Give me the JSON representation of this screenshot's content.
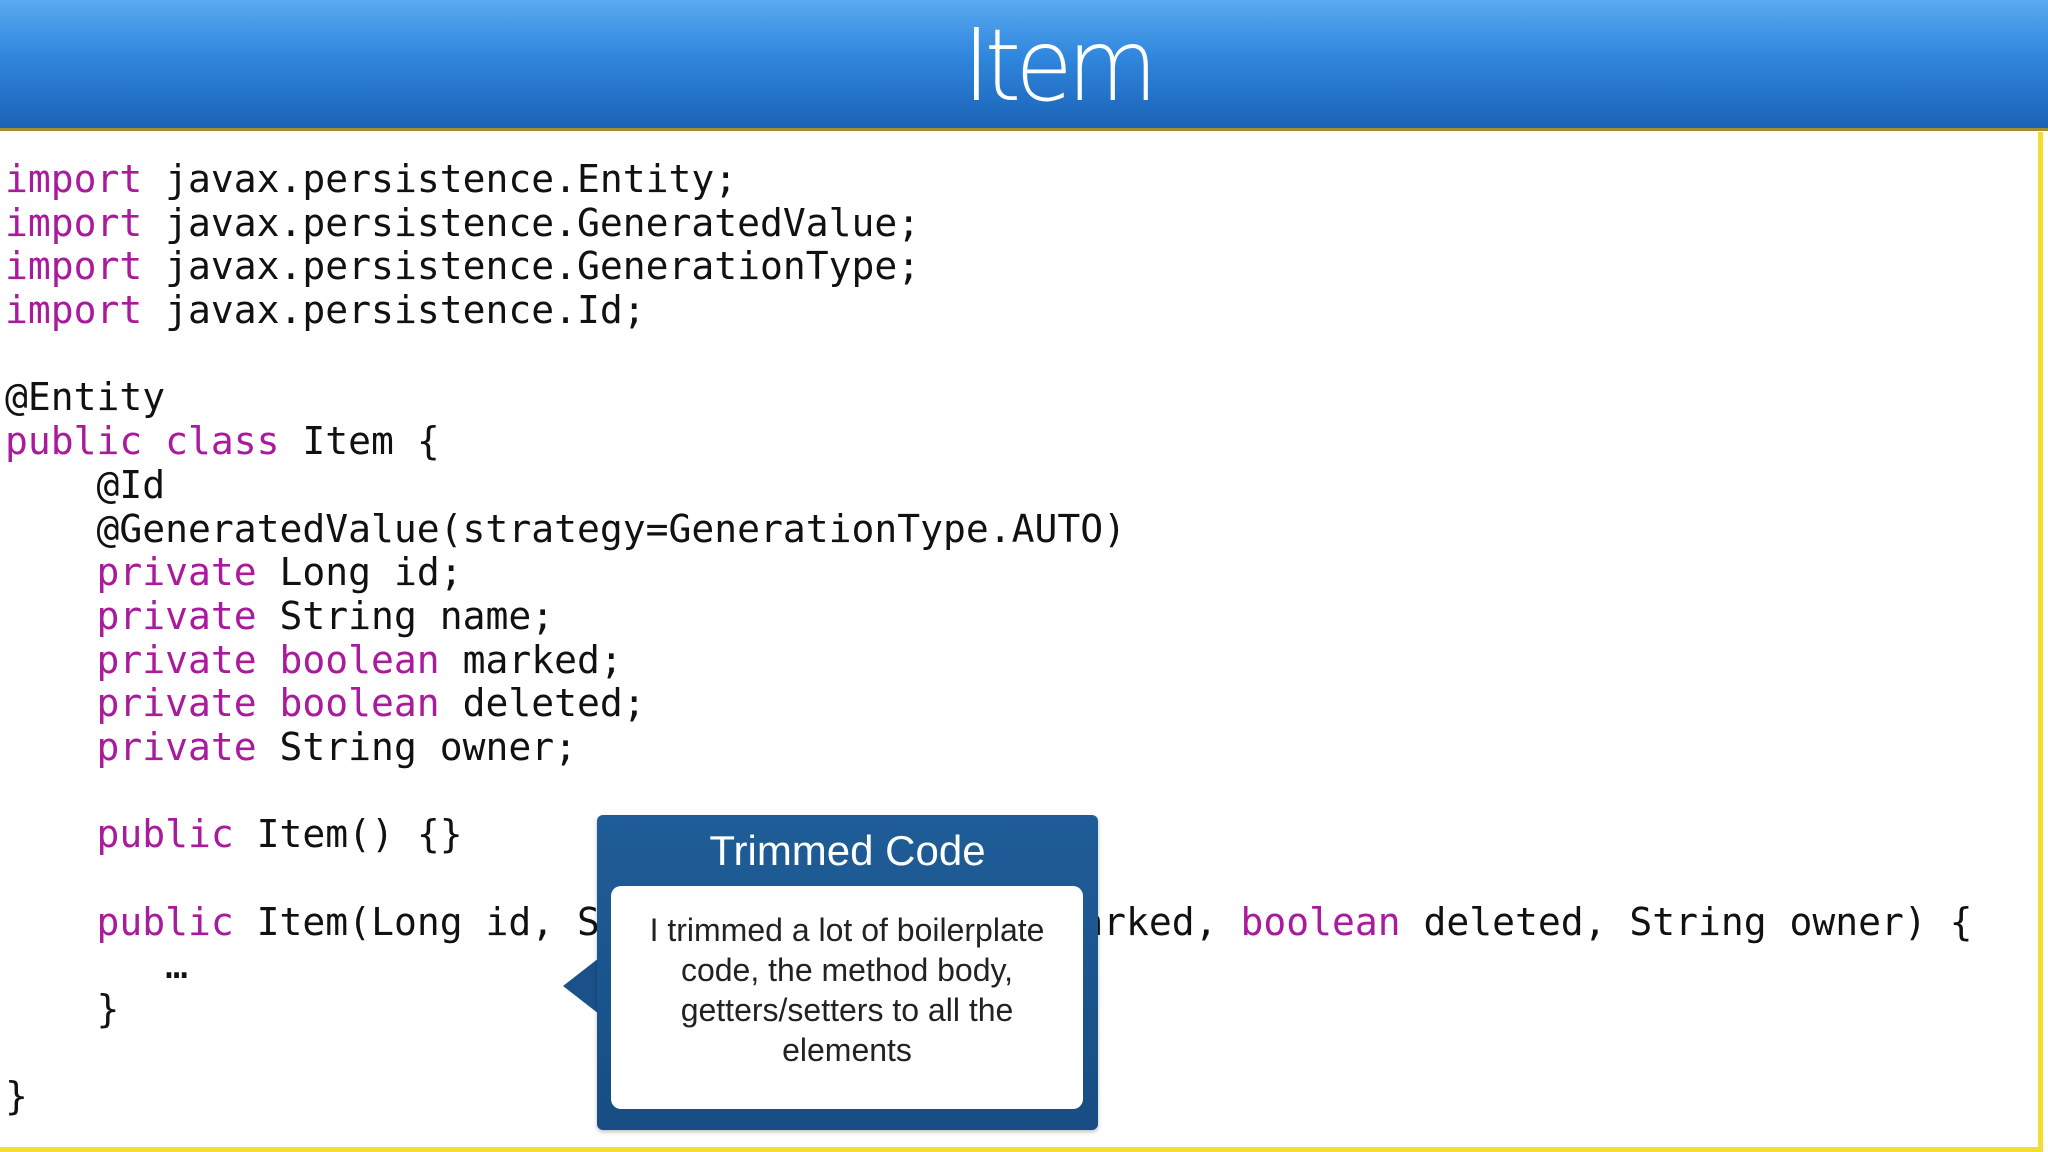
{
  "slide": {
    "title": "Item"
  },
  "code": {
    "lines": [
      [
        {
          "t": "import",
          "k": true
        },
        {
          "t": " javax.persistence.Entity;"
        }
      ],
      [
        {
          "t": "import",
          "k": true
        },
        {
          "t": " javax.persistence.GeneratedValue;"
        }
      ],
      [
        {
          "t": "import",
          "k": true
        },
        {
          "t": " javax.persistence.GenerationType;"
        }
      ],
      [
        {
          "t": "import",
          "k": true
        },
        {
          "t": " javax.persistence.Id;"
        }
      ],
      [],
      [
        {
          "t": "@Entity"
        }
      ],
      [
        {
          "t": "public class",
          "k": true
        },
        {
          "t": " Item {"
        }
      ],
      [
        {
          "t": "    @Id"
        }
      ],
      [
        {
          "t": "    @GeneratedValue(strategy=GenerationType.AUTO)"
        }
      ],
      [
        {
          "t": "    "
        },
        {
          "t": "private",
          "k": true
        },
        {
          "t": " Long id;"
        }
      ],
      [
        {
          "t": "    "
        },
        {
          "t": "private",
          "k": true
        },
        {
          "t": " String name;"
        }
      ],
      [
        {
          "t": "    "
        },
        {
          "t": "private boolean",
          "k": true
        },
        {
          "t": " marked;"
        }
      ],
      [
        {
          "t": "    "
        },
        {
          "t": "private boolean",
          "k": true
        },
        {
          "t": " deleted;"
        }
      ],
      [
        {
          "t": "    "
        },
        {
          "t": "private",
          "k": true
        },
        {
          "t": " String owner;"
        }
      ],
      [],
      [
        {
          "t": "    "
        },
        {
          "t": "public",
          "k": true
        },
        {
          "t": " Item() {}"
        }
      ],
      [],
      [
        {
          "t": "    "
        },
        {
          "t": "public",
          "k": true
        },
        {
          "t": " Item(Long id, String name, boolean marked, "
        },
        {
          "t": "boolean",
          "k": true
        },
        {
          "t": " deleted, String owner) {"
        }
      ],
      [
        {
          "t": "       …"
        }
      ],
      [
        {
          "t": "    }"
        }
      ],
      [],
      [
        {
          "t": "}"
        }
      ]
    ]
  },
  "callout": {
    "title": "Trimmed Code",
    "body": "I trimmed a lot of boilerplate code, the method body, getters/setters to all the elements"
  },
  "colors": {
    "keyword": "#aa1a9c",
    "header_top": "#5aa9f0",
    "header_bottom": "#1a63b7",
    "frame_border": "#f2de2c",
    "callout": "#1a5188"
  }
}
